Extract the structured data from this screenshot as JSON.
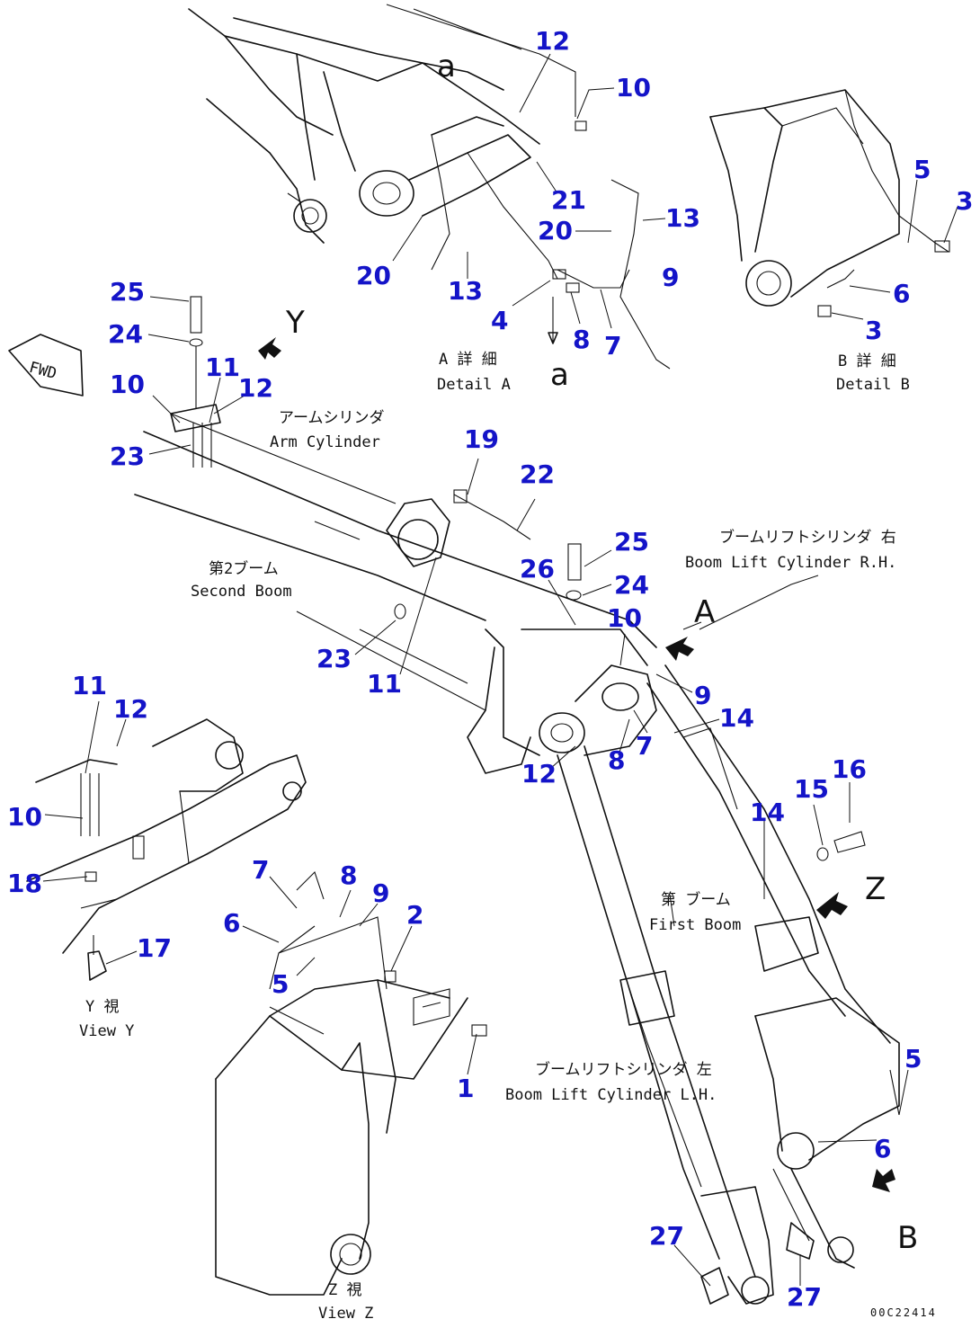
{
  "captions": {
    "detail_a_jp": "A 詳 細",
    "detail_a": "Detail A",
    "detail_b_jp": "B 詳 細",
    "detail_b": "Detail B",
    "arm_cyl_jp": "アームシリンダ",
    "arm_cyl": "Arm Cylinder",
    "second_boom_jp": "第2ブーム",
    "second_boom": "Second Boom",
    "boom_rh_jp": "ブームリフトシリンダ 右",
    "boom_rh": "Boom Lift Cylinder R.H.",
    "first_boom_jp": "第 ブーム",
    "first_boom": "First Boom",
    "boom_lh_jp": "ブームリフトシリンダ 左",
    "boom_lh": "Boom Lift Cylinder L.H.",
    "view_y_jp": "Y 視",
    "view_y": "View Y",
    "view_z_jp": "Z 視",
    "view_z": "View Z",
    "fwd": "FWD",
    "doc_code": "00C22414"
  },
  "view_letters": {
    "a": "A",
    "b": "B",
    "y": "Y",
    "z": "Z",
    "a_small": "a",
    "b_small": "a"
  },
  "callouts": {
    "c12a": "12",
    "c10a": "10",
    "c21": "21",
    "c20a": "20",
    "c13a": "13",
    "c20b": "20",
    "c13b": "13",
    "c4": "4",
    "c8a": "8",
    "c7a": "7",
    "c9a": "9",
    "c5a": "5",
    "c3a": "3",
    "c6a": "6",
    "c3b": "3",
    "c25a": "25",
    "c24a": "24",
    "c11a": "11",
    "c12b": "12",
    "c10b": "10",
    "c23a": "23",
    "c19": "19",
    "c22": "22",
    "c25b": "25",
    "c26": "26",
    "c24b": "24",
    "c10c": "10",
    "c23b": "23",
    "c11b": "11",
    "c9b": "9",
    "c14a": "14",
    "c7b": "7",
    "c8b": "8",
    "c12c": "12",
    "c11c": "11",
    "c12d": "12",
    "c10d": "10",
    "c18": "18",
    "c17": "17",
    "c7c": "7",
    "c8c": "8",
    "c9c": "9",
    "c6b": "6",
    "c2": "2",
    "c5b": "5",
    "c1": "1",
    "c15": "15",
    "c16": "16",
    "c14b": "14",
    "c5c": "5",
    "c6c": "6",
    "c27a": "27",
    "c27b": "27"
  },
  "colors": {
    "callout": "#1414c8",
    "line": "#111111",
    "background": "#ffffff"
  }
}
